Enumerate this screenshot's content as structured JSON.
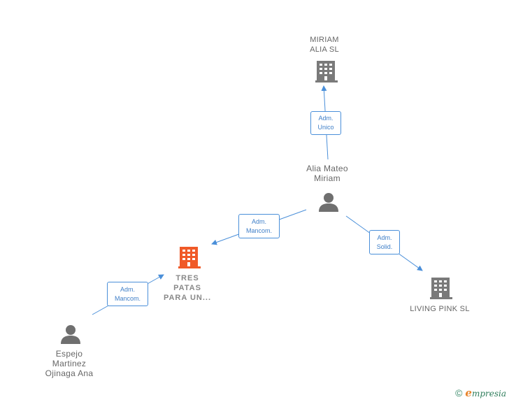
{
  "nodes": {
    "miriam_alia_sl": {
      "label": "MIRIAM\nALIA  SL",
      "kind": "company"
    },
    "alia_mateo_miriam": {
      "label": "Alia Mateo\nMiriam",
      "kind": "person"
    },
    "tres_patas": {
      "label": "TRES\nPATAS\nPARA UN...",
      "kind": "company-focus"
    },
    "living_pink_sl": {
      "label": "LIVING PINK SL",
      "kind": "company"
    },
    "espejo_martinez": {
      "label": "Espejo\nMartinez\nOjinaga Ana",
      "kind": "person"
    }
  },
  "edges": [
    {
      "from": "alia_mateo_miriam",
      "to": "miriam_alia_sl",
      "line1": "Adm.",
      "line2": "Unico"
    },
    {
      "from": "alia_mateo_miriam",
      "to": "tres_patas",
      "line1": "Adm.",
      "line2": "Mancom."
    },
    {
      "from": "alia_mateo_miriam",
      "to": "living_pink_sl",
      "line1": "Adm.",
      "line2": "Solid."
    },
    {
      "from": "espejo_martinez",
      "to": "tres_patas",
      "line1": "Adm.",
      "line2": "Mancom."
    }
  ],
  "colors": {
    "edge": "#4a8fd9",
    "company_icon": "#7a7a7a",
    "focus_icon": "#f05a28",
    "person_icon": "#6f6f6f"
  },
  "footer": {
    "copyright": "©",
    "brand_initial": "e",
    "brand_rest": "mpresia"
  }
}
